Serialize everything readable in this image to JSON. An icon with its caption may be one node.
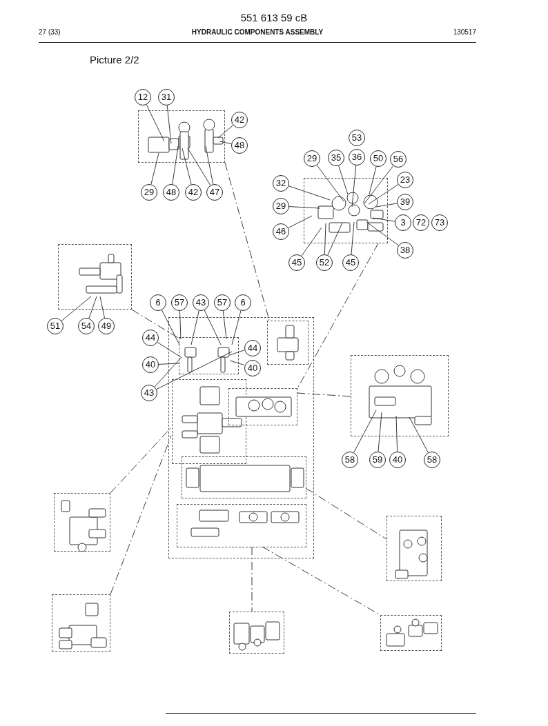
{
  "diagram": {
    "title": "HYDRAULIC COMPONENTS ASSEMBLY",
    "nodes": [
      {
        "text": [],
        "shape": "box"
      },
      {
        "text": [
          "12"
        ]
      },
      {
        "text": [
          "31"
        ]
      },
      {
        "text": [
          "42"
        ]
      },
      {
        "text": [
          "48"
        ]
      },
      {
        "text": [
          "29"
        ]
      },
      {
        "text": [
          "48"
        ]
      },
      {
        "text": [
          "42"
        ]
      },
      {
        "text": [
          "47"
        ]
      },
      {
        "text": [
          "53"
        ]
      },
      {
        "text": [
          "29"
        ]
      },
      {
        "text": [
          "35"
        ]
      },
      {
        "text": [
          "36"
        ]
      },
      {
        "text": [
          "50"
        ]
      },
      {
        "text": [
          "56"
        ]
      },
      {
        "text": [
          "23"
        ]
      },
      {
        "text": [
          "32"
        ]
      },
      {
        "text": [],
        "shape": "box"
      },
      {
        "text": [
          "39"
        ]
      },
      {
        "text": [
          "29"
        ]
      },
      {
        "text": [
          "3"
        ]
      },
      {
        "text": [
          "72"
        ]
      },
      {
        "text": [
          "73"
        ]
      },
      {
        "text": [
          "46"
        ]
      },
      {
        "text": [
          "38"
        ]
      },
      {
        "text": [
          "45"
        ]
      },
      {
        "text": [
          "52"
        ]
      },
      {
        "text": [
          "45"
        ]
      },
      {
        "text": [],
        "shape": "box"
      },
      {
        "text": [
          "6"
        ]
      },
      {
        "text": [
          "57"
        ]
      },
      {
        "text": [
          "43"
        ]
      },
      {
        "text": [
          "57"
        ]
      },
      {
        "text": [
          "6"
        ]
      },
      {
        "text": [
          "51"
        ]
      },
      {
        "text": [
          "54"
        ]
      },
      {
        "text": [
          "49"
        ]
      },
      {
        "text": [],
        "shape": "box"
      },
      {
        "text": [],
        "shape": "box",
        "in": 37
      },
      {
        "text": [],
        "shape": "box",
        "in": 37
      },
      {
        "text": [
          "44"
        ]
      },
      {
        "text": [
          "44"
        ],
        "in": 37
      },
      {
        "text": [
          "40"
        ]
      },
      {
        "text": [
          "40"
        ],
        "in": 37
      },
      {
        "text": [
          "43"
        ]
      },
      {
        "text": [],
        "shape": "box",
        "in": 37
      },
      {
        "text": [],
        "shape": "box",
        "in": 37
      },
      {
        "text": [],
        "shape": "box"
      },
      {
        "text": [
          "58"
        ]
      },
      {
        "text": [
          "59"
        ]
      },
      {
        "text": [
          "40"
        ]
      },
      {
        "text": [
          "58"
        ]
      },
      {
        "text": [],
        "shape": "box",
        "in": 37
      },
      {
        "text": [],
        "shape": "box",
        "in": 37
      },
      {
        "text": [],
        "shape": "box"
      },
      {
        "text": [],
        "shape": "box"
      },
      {
        "text": [],
        "shape": "box"
      },
      {
        "text": [],
        "shape": "box"
      },
      {
        "text": [],
        "shape": "box"
      }
    ],
    "edges": [
      {
        "from": 1,
        "to": 0,
        "arrow": "none"
      },
      {
        "from": 2,
        "to": 0,
        "arrow": "none"
      },
      {
        "from": 3,
        "to": 0,
        "arrow": "none"
      },
      {
        "from": 4,
        "to": 0,
        "arrow": "none"
      },
      {
        "from": 5,
        "to": 0,
        "arrow": "none"
      },
      {
        "from": 6,
        "to": 0,
        "arrow": "none"
      },
      {
        "from": 7,
        "to": 0,
        "arrow": "none"
      },
      {
        "from": 8,
        "to": 0,
        "arrow": "none"
      },
      {
        "from": 8,
        "to": 0,
        "arrow": "none"
      },
      {
        "from": 10,
        "to": 17,
        "arrow": "none"
      },
      {
        "from": 11,
        "to": 17,
        "arrow": "none"
      },
      {
        "from": 12,
        "to": 17,
        "arrow": "none"
      },
      {
        "from": 13,
        "to": 17,
        "arrow": "none"
      },
      {
        "from": 14,
        "to": 17,
        "arrow": "none"
      },
      {
        "from": 15,
        "to": 17,
        "arrow": "none"
      },
      {
        "from": 16,
        "to": 17,
        "arrow": "none"
      },
      {
        "from": 18,
        "to": 17,
        "arrow": "none"
      },
      {
        "from": 19,
        "to": 17,
        "arrow": "none"
      },
      {
        "from": 20,
        "to": 17,
        "arrow": "none"
      },
      {
        "from": 23,
        "to": 17,
        "arrow": "none"
      },
      {
        "from": 24,
        "to": 17,
        "arrow": "none"
      },
      {
        "from": 25,
        "to": 17,
        "arrow": "none"
      },
      {
        "from": 26,
        "to": 17,
        "arrow": "none"
      },
      {
        "from": 26,
        "to": 17,
        "arrow": "none"
      },
      {
        "from": 27,
        "to": 17,
        "arrow": "none"
      },
      {
        "from": 34,
        "to": 28,
        "arrow": "none"
      },
      {
        "from": 35,
        "to": 28,
        "arrow": "none"
      },
      {
        "from": 36,
        "to": 28,
        "arrow": "none"
      },
      {
        "from": 29,
        "to": 38,
        "arrow": "none"
      },
      {
        "from": 30,
        "to": 38,
        "arrow": "none"
      },
      {
        "from": 31,
        "to": 38,
        "arrow": "none"
      },
      {
        "from": 31,
        "to": 38,
        "arrow": "none"
      },
      {
        "from": 32,
        "to": 38,
        "arrow": "none"
      },
      {
        "from": 33,
        "to": 38,
        "arrow": "none"
      },
      {
        "from": 40,
        "to": 38,
        "arrow": "none"
      },
      {
        "from": 41,
        "to": 38,
        "arrow": "none"
      },
      {
        "from": 42,
        "to": 38,
        "arrow": "none"
      },
      {
        "from": 43,
        "to": 38,
        "arrow": "none"
      },
      {
        "from": 44,
        "to": 38,
        "arrow": "none"
      },
      {
        "from": 44,
        "to": 38,
        "arrow": "none"
      },
      {
        "from": 48,
        "to": 47,
        "arrow": "none"
      },
      {
        "from": 49,
        "to": 47,
        "arrow": "none"
      },
      {
        "from": 50,
        "to": 47,
        "arrow": "none"
      },
      {
        "from": 51,
        "to": 47,
        "arrow": "none"
      },
      {
        "from": 0,
        "to": 39,
        "arrow": "none",
        "style": "dashed"
      },
      {
        "from": 17,
        "to": 46,
        "arrow": "none",
        "style": "dashed"
      },
      {
        "from": 28,
        "to": 38,
        "arrow": "none",
        "style": "dashed"
      },
      {
        "from": 47,
        "to": 46,
        "arrow": "none",
        "style": "dashed"
      },
      {
        "from": 55,
        "to": 45,
        "arrow": "none",
        "style": "dashed"
      },
      {
        "from": 56,
        "to": 45,
        "arrow": "none",
        "style": "dashed"
      },
      {
        "from": 52,
        "to": 54,
        "arrow": "none",
        "style": "dashed"
      },
      {
        "from": 53,
        "to": 57,
        "arrow": "none",
        "style": "dashed"
      },
      {
        "from": 53,
        "to": 58,
        "arrow": "none",
        "style": "dashed"
      }
    ],
    "labels": [
      "551 613 59 cB",
      "27 (33)",
      "130517",
      "Picture 2/2"
    ]
  }
}
